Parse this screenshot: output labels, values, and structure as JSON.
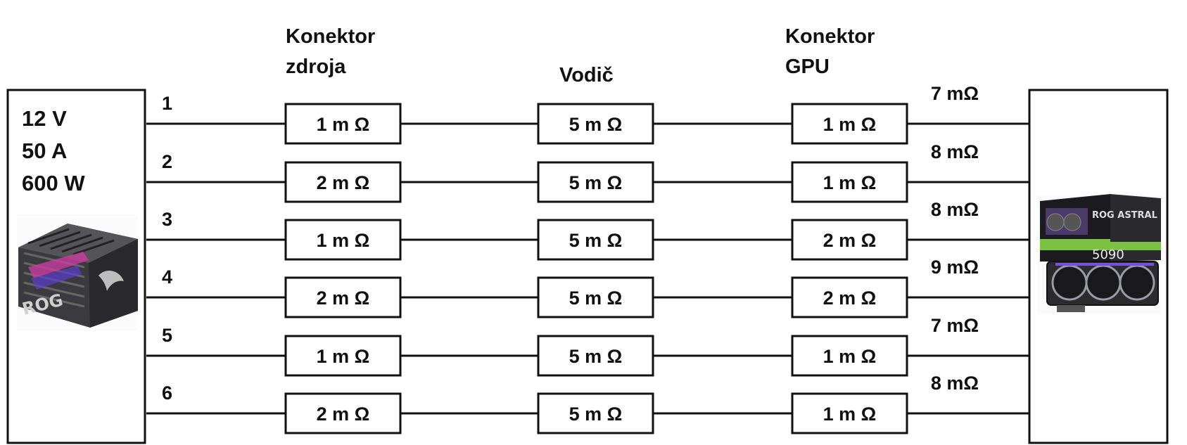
{
  "headers": {
    "source_connector": [
      "Konektor",
      "zdroja"
    ],
    "wire": "Vodič",
    "gpu_connector": [
      "Konektor",
      "GPU"
    ]
  },
  "source": {
    "voltage": "12 V",
    "current": "50 A",
    "power": "600 W"
  },
  "rows": [
    {
      "pin": "1",
      "source_connector": "1 m Ω",
      "wire": "5 m Ω",
      "gpu_connector": "1 m Ω",
      "total": "7 mΩ"
    },
    {
      "pin": "2",
      "source_connector": "2 m Ω",
      "wire": "5 m Ω",
      "gpu_connector": "1 m Ω",
      "total": "8 mΩ"
    },
    {
      "pin": "3",
      "source_connector": "1 m Ω",
      "wire": "5 m Ω",
      "gpu_connector": "2 m Ω",
      "total": "8 mΩ"
    },
    {
      "pin": "4",
      "source_connector": "2 m Ω",
      "wire": "5 m Ω",
      "gpu_connector": "2 m Ω",
      "total": "9 mΩ"
    },
    {
      "pin": "5",
      "source_connector": "1 m Ω",
      "wire": "5 m Ω",
      "gpu_connector": "1 m Ω",
      "total": "7 mΩ"
    },
    {
      "pin": "6",
      "source_connector": "2 m Ω",
      "wire": "5 m Ω",
      "gpu_connector": "1 m Ω",
      "total": "8 mΩ"
    }
  ],
  "psu_box_text": {
    "psu_label": "ROG",
    "gpu_label": "ROG ASTRAL",
    "gpu_model": "5090"
  }
}
